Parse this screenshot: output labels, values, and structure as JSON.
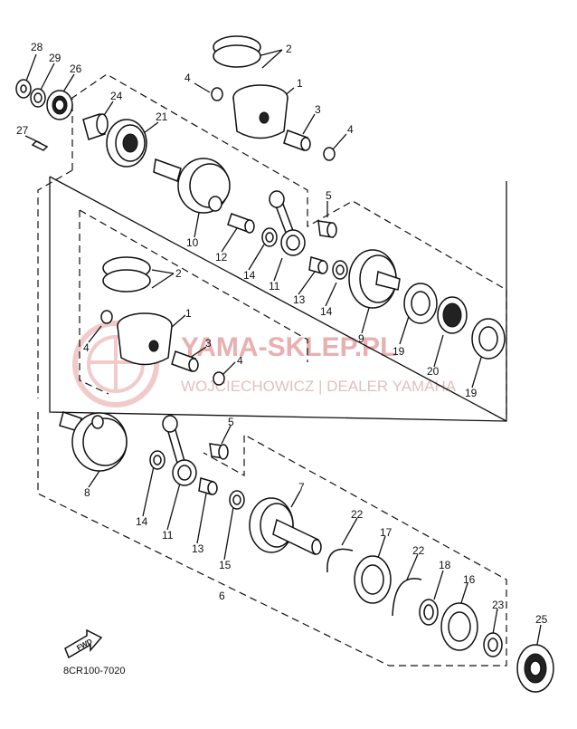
{
  "diagram": {
    "code": "8CR100-7020",
    "fwd_label": "FWD",
    "watermark": {
      "title": "YAMA-SKLEP.PL",
      "subtitle": "WOJCIECHOWICZ | DEALER YAMAHA"
    },
    "callouts": [
      "28",
      "29",
      "26",
      "24",
      "21",
      "27",
      "4",
      "2",
      "1",
      "3",
      "4",
      "10",
      "12",
      "14",
      "11",
      "5",
      "13",
      "14",
      "9",
      "19",
      "20",
      "19",
      "2",
      "1",
      "4",
      "3",
      "4",
      "5",
      "8",
      "14",
      "11",
      "13",
      "15",
      "6",
      "7",
      "22",
      "17",
      "22",
      "18",
      "16",
      "23",
      "25"
    ]
  },
  "colors": {
    "line": "#111111",
    "watermark": "#e8b0b0"
  }
}
